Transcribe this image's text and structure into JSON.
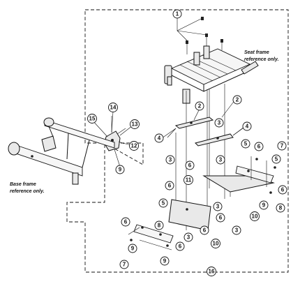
{
  "notes": {
    "seat_frame_line1": "Seat frame",
    "seat_frame_line2": "reference only.",
    "base_frame_line1": "Base frame",
    "base_frame_line2": "reference only."
  },
  "callouts": {
    "c1": "1",
    "c2a": "2",
    "c2b": "2",
    "c3a": "3",
    "c3b": "3",
    "c3c": "3",
    "c3d": "3",
    "c3e": "3",
    "c3f": "3",
    "c4a": "4",
    "c4b": "4",
    "c5a": "5",
    "c5b": "5",
    "c5c": "5",
    "c6a": "6",
    "c6b": "6",
    "c6c": "6",
    "c6d": "6",
    "c6e": "6",
    "c6f": "6",
    "c6g": "6",
    "c6h": "6",
    "c7a": "7",
    "c7b": "7",
    "c8a": "8",
    "c8b": "8",
    "c9a": "9",
    "c9b": "9",
    "c9c": "9",
    "c9d": "9",
    "c10a": "10",
    "c10b": "10",
    "c11": "11",
    "c12": "12",
    "c13": "13",
    "c14": "14",
    "c15": "15",
    "c16": "16"
  }
}
